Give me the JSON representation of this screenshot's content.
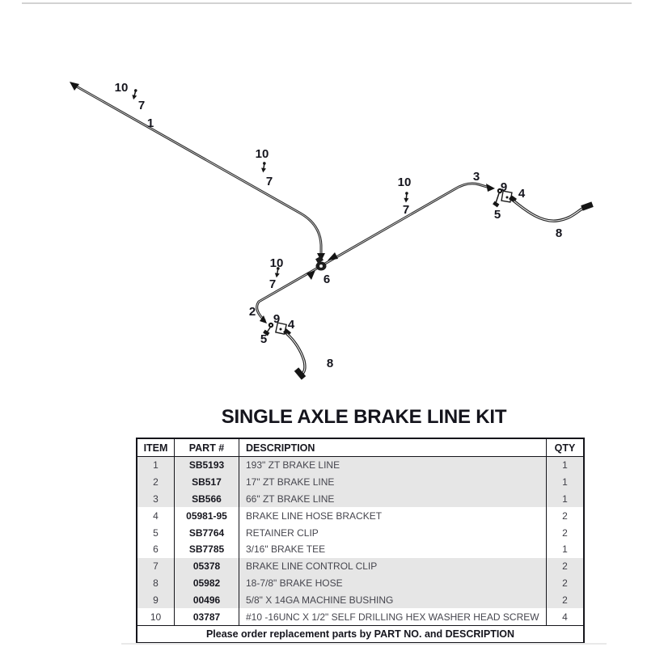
{
  "page": {
    "title": "SINGLE AXLE BRAKE LINE KIT",
    "footer_note": "Please order replacement parts by PART NO. and DESCRIPTION"
  },
  "diagram": {
    "callouts": [
      {
        "label": "10"
      },
      {
        "label": "7"
      },
      {
        "label": "1"
      },
      {
        "label": "10"
      },
      {
        "label": "7"
      },
      {
        "label": "10"
      },
      {
        "label": "7"
      },
      {
        "label": "10"
      },
      {
        "label": "7"
      },
      {
        "label": "3"
      },
      {
        "label": "9"
      },
      {
        "label": "4"
      },
      {
        "label": "5"
      },
      {
        "label": "8"
      },
      {
        "label": "6"
      },
      {
        "label": "2"
      },
      {
        "label": "9"
      },
      {
        "label": "4"
      },
      {
        "label": "5"
      },
      {
        "label": "8"
      }
    ]
  },
  "table": {
    "headers": [
      "ITEM",
      "PART #",
      "DESCRIPTION",
      "QTY"
    ],
    "rows": [
      {
        "item": "1",
        "part": "SB5193",
        "desc": "193\" ZT BRAKE LINE",
        "qty": "1",
        "shaded": true
      },
      {
        "item": "2",
        "part": "SB517",
        "desc": "17\" ZT BRAKE LINE",
        "qty": "1",
        "shaded": true
      },
      {
        "item": "3",
        "part": "SB566",
        "desc": "66\" ZT BRAKE LINE",
        "qty": "1",
        "shaded": true
      },
      {
        "item": "4",
        "part": "05981-95",
        "desc": "BRAKE LINE HOSE BRACKET",
        "qty": "2",
        "shaded": false
      },
      {
        "item": "5",
        "part": "SB7764",
        "desc": "RETAINER CLIP",
        "qty": "2",
        "shaded": false
      },
      {
        "item": "6",
        "part": "SB7785",
        "desc": "3/16\" BRAKE TEE",
        "qty": "1",
        "shaded": false
      },
      {
        "item": "7",
        "part": "05378",
        "desc": "BRAKE LINE CONTROL CLIP",
        "qty": "2",
        "shaded": true
      },
      {
        "item": "8",
        "part": "05982",
        "desc": "18-7/8\" BRAKE HOSE",
        "qty": "2",
        "shaded": true
      },
      {
        "item": "9",
        "part": "00496",
        "desc": "5/8\" X 14GA MACHINE BUSHING",
        "qty": "2",
        "shaded": true
      },
      {
        "item": "10",
        "part": "03787",
        "desc": "#10 -16UNC X 1/2\" SELF DRILLING HEX WASHER HEAD SCREW",
        "qty": "4",
        "shaded": false
      }
    ]
  },
  "colors": {
    "line": "#2b2b2b",
    "text": "#17171f",
    "row_shade": "#e6e6e6",
    "table_border": "#15151b"
  }
}
